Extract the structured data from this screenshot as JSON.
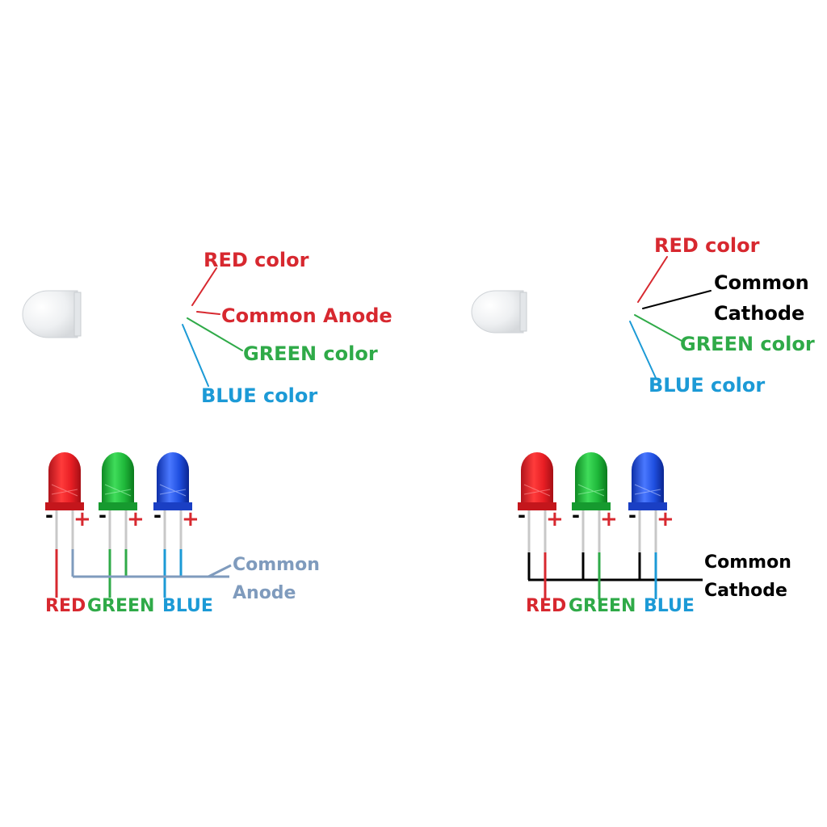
{
  "colors": {
    "red": "#d7282f",
    "green": "#2faa48",
    "blue": "#1c9ad6",
    "black": "#000000",
    "anode_bus": "#7f9bbd"
  },
  "anode": {
    "labels": {
      "red": "RED color",
      "common": "Common Anode",
      "green": "GREEN color",
      "blue": "BLUE color"
    },
    "bottom": {
      "red": "RED",
      "green": "GREEN",
      "blue": "BLUE",
      "common_line1": "Common",
      "common_line2": "Anode"
    }
  },
  "cathode": {
    "labels": {
      "red": "RED color",
      "common_line1": "Common",
      "common_line2": "Cathode",
      "green": "GREEN color",
      "blue": "BLUE color"
    },
    "bottom": {
      "red": "RED",
      "green": "GREEN",
      "blue": "BLUE",
      "common_line1": "Common",
      "common_line2": "Cathode"
    }
  },
  "pin_signs": {
    "minus": "-",
    "plus": "+"
  },
  "icons": {
    "rgb_led": "rgb-led-icon",
    "red_led": "red-led-icon",
    "green_led": "green-led-icon",
    "blue_led": "blue-led-icon"
  }
}
